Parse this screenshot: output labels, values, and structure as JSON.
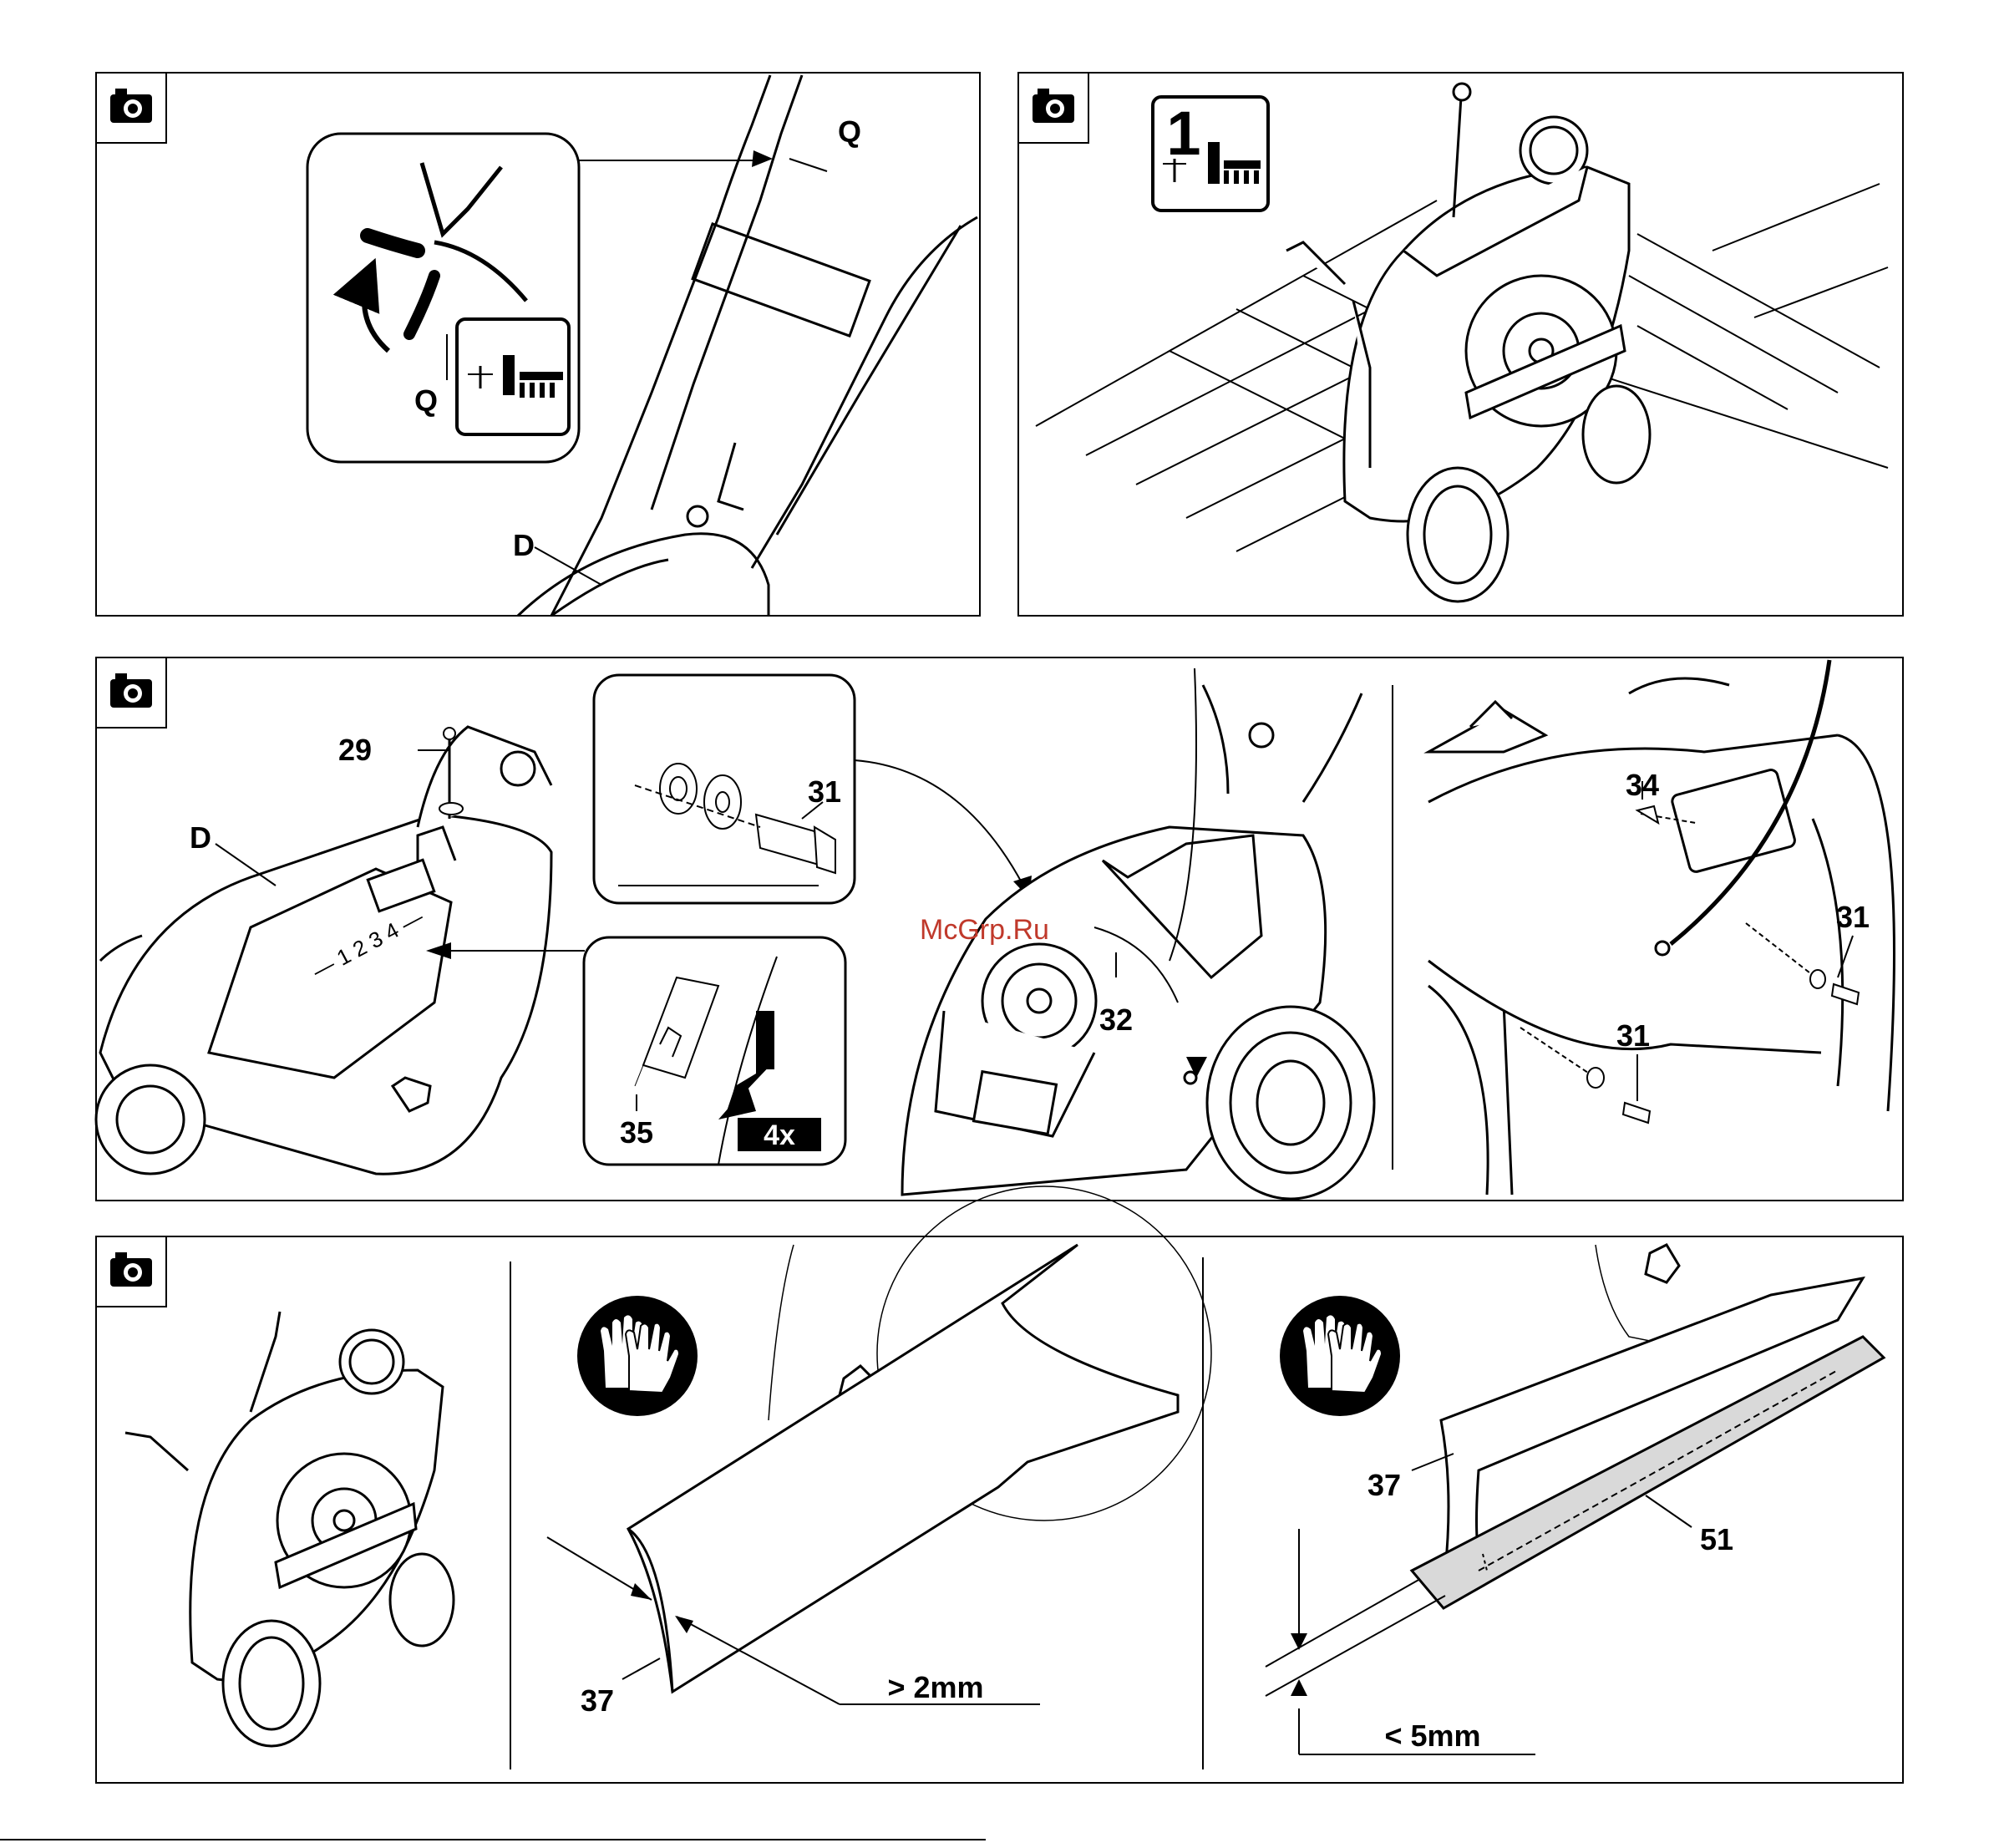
{
  "colors": {
    "ink": "#000000",
    "paper": "#ffffff",
    "watermark": "#c0392b",
    "plate": "#d9d9d9"
  },
  "icons": {
    "camera": "camera-icon",
    "gloves": "gloves-icon",
    "height_adjust": "cutting-height-icon",
    "arrow_down": "arrow-down-icon"
  },
  "watermark": "McGrp.Ru",
  "panel1": {
    "label_q_main": "Q",
    "label_q_inset": "Q",
    "label_d": "D"
  },
  "panel2": {
    "setting_value": "1"
  },
  "panel3": {
    "label_29": "29",
    "label_d": "D",
    "label_31_inset": "31",
    "label_35": "35",
    "badge_4x": "4x",
    "label_32": "32",
    "label_34": "34",
    "label_31_a": "31",
    "label_31_b": "31"
  },
  "panel4": {
    "label_37_a": "37",
    "dim_a": "> 2mm",
    "label_37_b": "37",
    "label_51": "51",
    "dim_b": "< 5mm"
  }
}
